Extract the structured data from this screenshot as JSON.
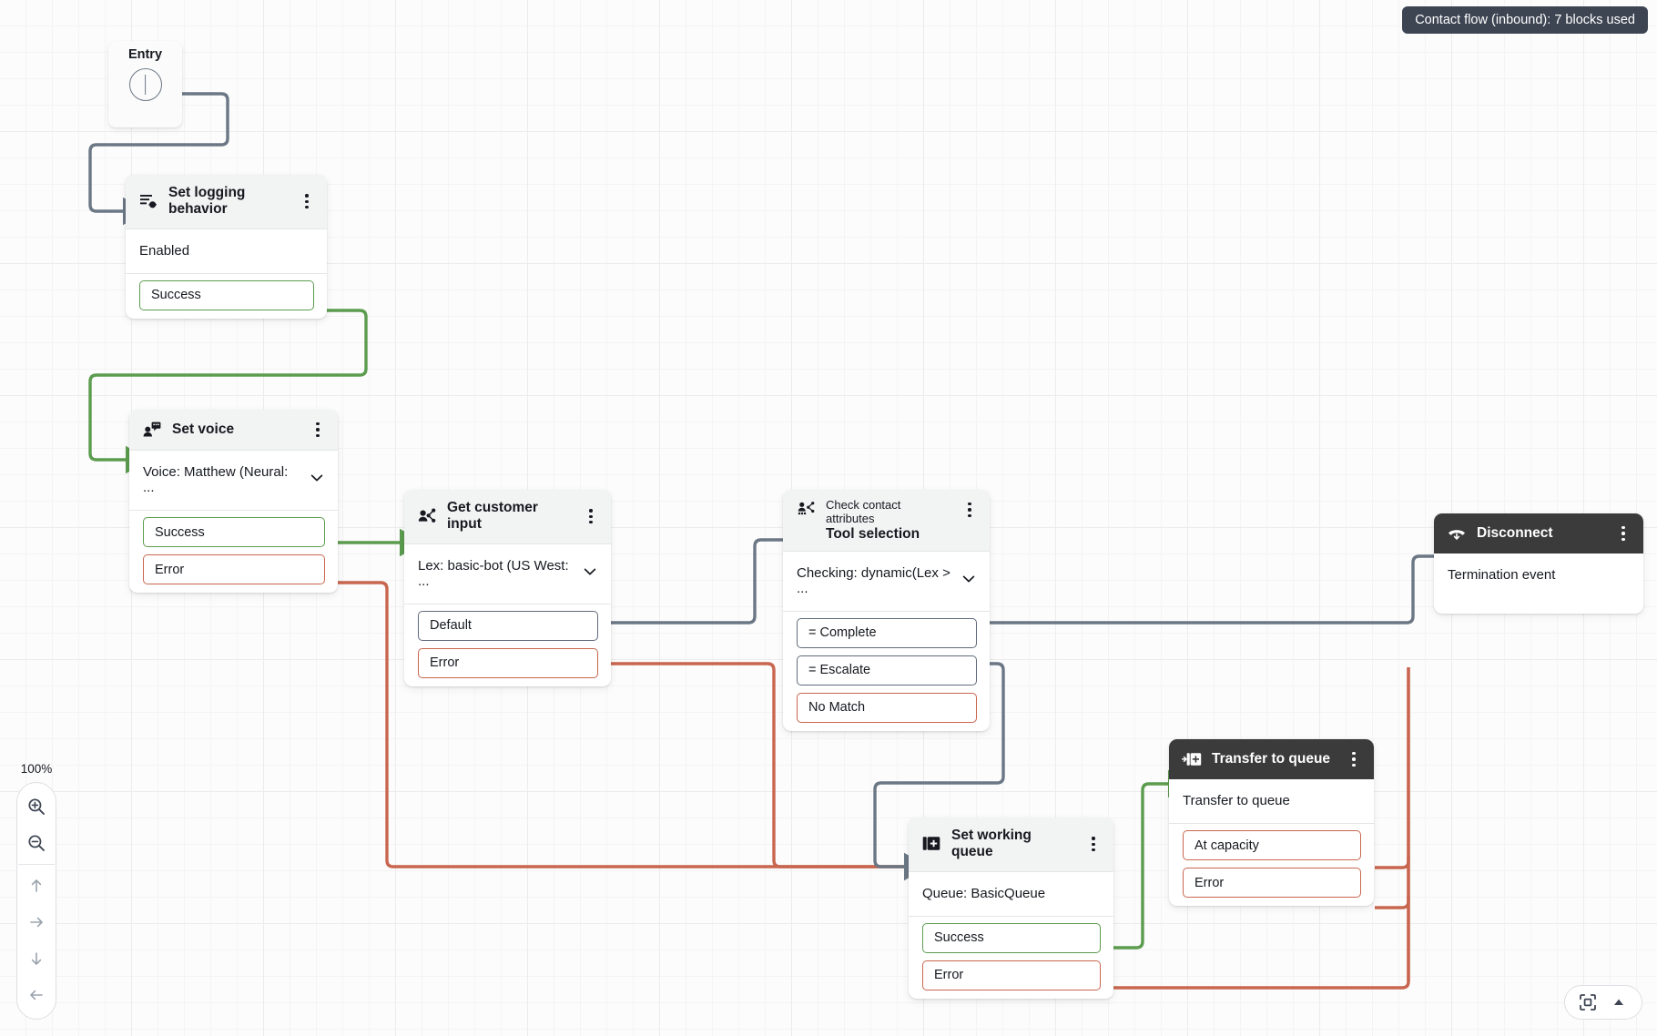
{
  "badge": {
    "text": "Contact flow (inbound): 7 blocks used"
  },
  "entry": {
    "label": "Entry",
    "icon": "entry-circle-icon"
  },
  "zoom_controls": {
    "level": "100%",
    "zoom_in": "zoom-in-icon",
    "zoom_out": "zoom-out-icon",
    "pan_up": "arrow-up-icon",
    "pan_right": "arrow-right-icon",
    "pan_down": "arrow-down-icon",
    "pan_left": "arrow-left-icon"
  },
  "bottom_right_controls": {
    "fit_to_screen": "fit-to-screen-icon",
    "collapse": "triangle-up-icon"
  },
  "blocks": [
    {
      "id": "set-logging-behavior",
      "icon": "logging-icon",
      "title_line1": "Set logging",
      "title_line2": "behavior",
      "body": "Enabled",
      "has_chevron": false,
      "dark": false,
      "ports": [
        {
          "label": "Success",
          "kind": "ok"
        }
      ]
    },
    {
      "id": "set-voice",
      "icon": "set-voice-icon",
      "title_line1": "Set voice",
      "title_line2": "",
      "body": "Voice: Matthew (Neural: ...",
      "has_chevron": true,
      "dark": false,
      "ports": [
        {
          "label": "Success",
          "kind": "ok"
        },
        {
          "label": "Error",
          "kind": "err"
        }
      ]
    },
    {
      "id": "get-customer-input",
      "icon": "get-customer-input-icon",
      "title_line1": "Get customer input",
      "title_line2": "",
      "body": "Lex: basic-bot (US West: ...",
      "has_chevron": true,
      "dark": false,
      "ports": [
        {
          "label": "Default",
          "kind": "neutral"
        },
        {
          "label": "Error",
          "kind": "err"
        }
      ]
    },
    {
      "id": "check-contact-attributes",
      "icon": "check-contact-attributes-icon",
      "title_line1": "Check contact attributes",
      "title_line2": "Tool selection",
      "body": "Checking: dynamic(Lex > ...",
      "has_chevron": true,
      "dark": false,
      "ports": [
        {
          "label": "= Complete",
          "kind": "neutral"
        },
        {
          "label": "= Escalate",
          "kind": "neutral"
        },
        {
          "label": "No Match",
          "kind": "err"
        }
      ]
    },
    {
      "id": "set-working-queue",
      "icon": "set-working-queue-icon",
      "title_line1": "Set working queue",
      "title_line2": "",
      "body": "Queue: BasicQueue",
      "has_chevron": false,
      "dark": false,
      "ports": [
        {
          "label": "Success",
          "kind": "ok"
        },
        {
          "label": "Error",
          "kind": "err"
        }
      ]
    },
    {
      "id": "transfer-to-queue",
      "icon": "transfer-to-queue-icon",
      "title_line1": "Transfer to queue",
      "title_line2": "",
      "body": "Transfer to queue",
      "has_chevron": false,
      "dark": true,
      "ports": [
        {
          "label": "At capacity",
          "kind": "err"
        },
        {
          "label": "Error",
          "kind": "err"
        }
      ]
    },
    {
      "id": "disconnect",
      "icon": "disconnect-icon",
      "title_line1": "Disconnect",
      "title_line2": "",
      "body": "Termination event",
      "has_chevron": false,
      "dark": true,
      "ports": []
    }
  ],
  "colors": {
    "success": "#5c9c4f",
    "error": "#c8664f",
    "neutral": "#6b7785",
    "dark_header": "#3b3b3b",
    "badge_bg": "#3d4452"
  }
}
